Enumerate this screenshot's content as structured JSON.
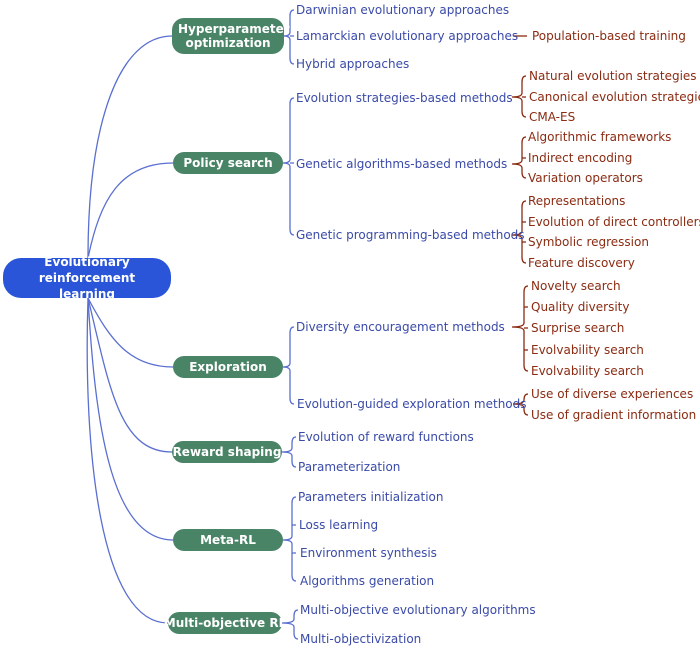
{
  "colors": {
    "root": "#2b55d8",
    "category": "#4a8467",
    "subcategory_text": "#3a4aa8",
    "leaf_text": "#8a2b12",
    "connector_blue": "#5a6fd0",
    "connector_brown": "#8a2b12"
  },
  "root": {
    "label": "Evolutionary reinforcement learning"
  },
  "categories": [
    {
      "label": "Hyperparameter optimization",
      "children": [
        {
          "label": "Darwinian evolutionary approaches",
          "children": []
        },
        {
          "label": "Lamarckian evolutionary approaches",
          "children": [
            "Population-based training"
          ]
        },
        {
          "label": "Hybrid approaches",
          "children": []
        }
      ]
    },
    {
      "label": "Policy search",
      "children": [
        {
          "label": "Evolution strategies-based methods",
          "children": [
            "Natural evolution strategies",
            "Canonical evolution strategies",
            "CMA-ES"
          ]
        },
        {
          "label": "Genetic algorithms-based methods",
          "children": [
            "Algorithmic frameworks",
            "Indirect encoding",
            "Variation operators"
          ]
        },
        {
          "label": "Genetic programming-based methods",
          "children": [
            "Representations",
            "Evolution of direct controllers",
            "Symbolic regression",
            "Feature discovery"
          ]
        }
      ]
    },
    {
      "label": "Exploration",
      "children": [
        {
          "label": "Diversity encouragement methods",
          "children": [
            "Novelty search",
            "Quality diversity",
            "Surprise search",
            "Evolvability search",
            "Evolvability search"
          ]
        },
        {
          "label": "Evolution-guided exploration methods",
          "children": [
            "Use of diverse experiences",
            "Use of gradient information"
          ]
        }
      ]
    },
    {
      "label": "Reward shaping",
      "children": [
        {
          "label": "Evolution of reward functions",
          "children": []
        },
        {
          "label": "Parameterization",
          "children": []
        }
      ]
    },
    {
      "label": "Meta-RL",
      "children": [
        {
          "label": "Parameters initialization",
          "children": []
        },
        {
          "label": "Loss learning",
          "children": []
        },
        {
          "label": "Environment synthesis",
          "children": []
        },
        {
          "label": "Algorithms generation",
          "children": []
        }
      ]
    },
    {
      "label": "Multi-objective RL",
      "children": [
        {
          "label": "Multi-objective evolutionary algorithms",
          "children": []
        },
        {
          "label": "Multi-objectivization",
          "children": []
        }
      ]
    }
  ]
}
